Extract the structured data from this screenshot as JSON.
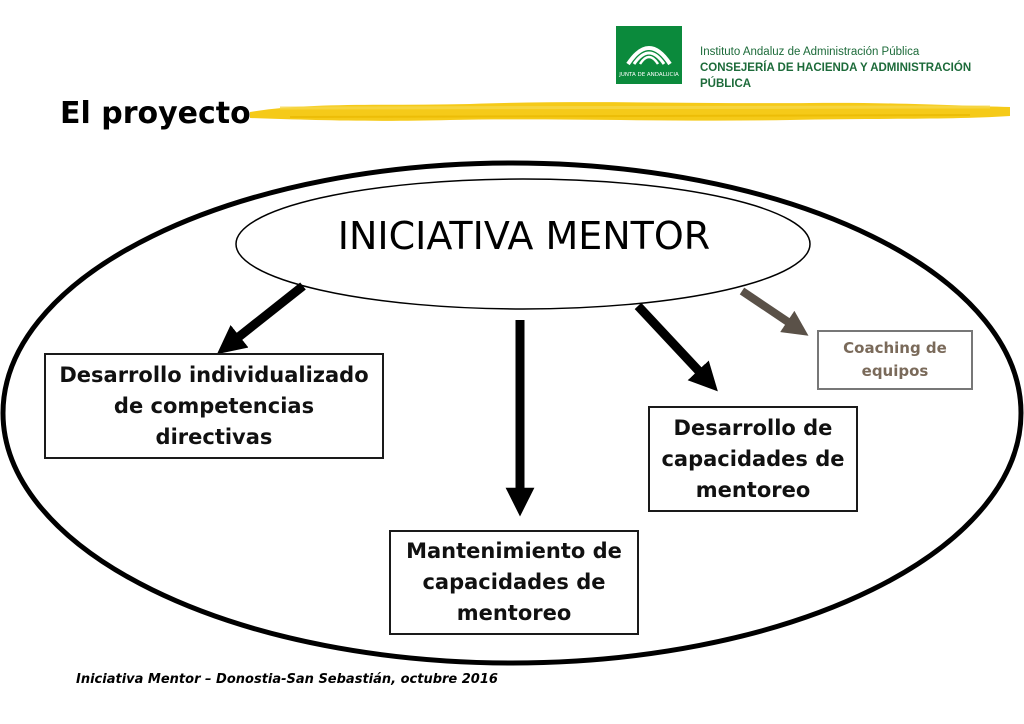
{
  "header": {
    "org_line1": "Instituto Andaluz de Administración Pública",
    "org_line2": "CONSEJERÍA DE HACIENDA Y ADMINISTRACIÓN PÚBLICA",
    "logo_caption": "JUNTA DE ANDALUCIA",
    "brand_color": "#0b8a3c"
  },
  "slide": {
    "title": "El proyecto",
    "highlight_color": "#f2c200"
  },
  "diagram": {
    "central": "INICIATIVA MENTOR",
    "boxes": [
      {
        "label": "Desarrollo individualizado\nde competencias\ndirectivas"
      },
      {
        "label": "Mantenimiento de\ncapacidades de\nmentoreo"
      },
      {
        "label": "Desarrollo de\ncapacidades de\nmentoreo"
      },
      {
        "label": "Coaching de\nequipos"
      }
    ],
    "arrow_color_primary": "#000000",
    "arrow_color_secondary": "#5a5148"
  },
  "footer": {
    "text": "Iniciativa Mentor – Donostia-San Sebastián, octubre 2016"
  }
}
